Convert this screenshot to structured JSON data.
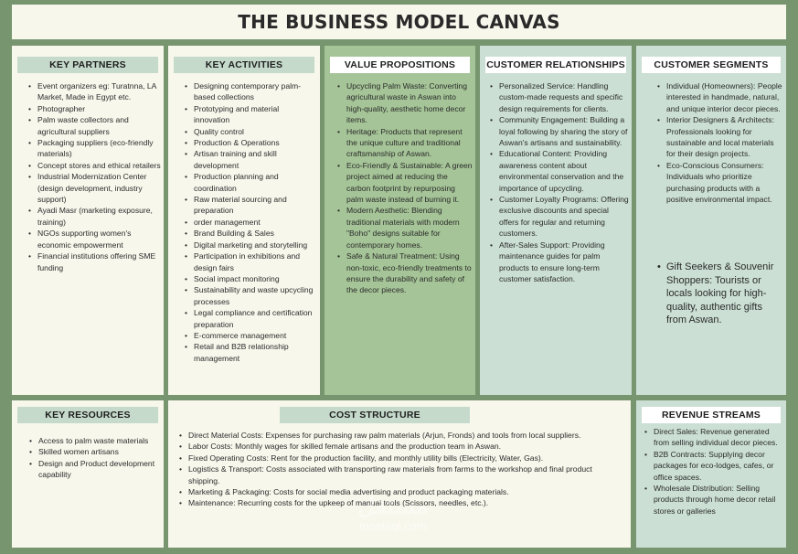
{
  "title": "THE BUSINESS MODEL CANVAS",
  "sections": {
    "key_partners": {
      "heading": "KEY PARTNERS",
      "items": [
        "Event organizers eg: Turatnna, LA Market, Made in Egypt etc.",
        "Photographer",
        "Palm waste collectors and agricultural suppliers",
        "Packaging suppliers (eco-friendly materials)",
        "Concept stores and ethical retailers",
        "Industrial Modernization Center (design development, industry support)",
        "Ayadi Masr (marketing exposure, training)",
        "NGOs supporting women's economic empowerment",
        "Financial institutions offering SME funding"
      ]
    },
    "key_activities": {
      "heading": "KEY ACTIVITIES",
      "items": [
        "Designing contemporary palm-based collections",
        "Prototyping and material innovation",
        "Quality control",
        "Production & Operations",
        "Artisan training and skill development",
        "Production planning and coordination",
        "Raw material sourcing and preparation",
        "order management",
        "Brand Building & Sales",
        "Digital marketing and storytelling",
        "Participation in exhibitions and design fairs",
        "Social impact monitoring",
        "Sustainability and waste upcycling processes",
        "Legal compliance and certification preparation",
        "E-commerce management",
        "Retail and B2B relationship management"
      ]
    },
    "value_propositions": {
      "heading": "VALUE PROPOSITIONS",
      "items": [
        "Upcycling Palm Waste: Converting agricultural waste in Aswan into high-quality, aesthetic home decor items.",
        " Heritage: Products that represent the unique culture and traditional craftsmanship of Aswan.",
        "Eco-Friendly & Sustainable: A green project aimed at reducing the carbon footprint by repurposing palm waste instead of burning it.",
        "Modern Aesthetic: Blending traditional materials with modern \"Boho\" designs suitable for contemporary homes.",
        "Safe & Natural Treatment: Using non-toxic, eco-friendly treatments to ensure the durability and safety of the decor pieces."
      ]
    },
    "customer_relationships": {
      "heading": "CUSTOMER RELATIONSHIPS",
      "items": [
        "Personalized Service: Handling custom-made requests and specific design requirements for clients.",
        "Community Engagement: Building a loyal following by sharing the story of Aswan's artisans and sustainability.",
        "Educational Content: Providing awareness content about environmental conservation and the importance of upcycling.",
        "Customer Loyalty Programs: Offering exclusive discounts and special offers for regular and returning customers.",
        "After-Sales Support: Providing maintenance guides for palm products to ensure long-term customer satisfaction."
      ]
    },
    "customer_segments": {
      "heading": "CUSTOMER SEGMENTS",
      "items": [
        "Individual (Homeowners): People interested in handmade, natural, and unique interior decor pieces.",
        "Interior Designers & Architects: Professionals looking for sustainable and local materials for their design projects.",
        "Eco-Conscious Consumers: Individuals who prioritize purchasing products with a positive environmental impact."
      ],
      "items_large": [
        "Gift Seekers & Souvenir Shoppers: Tourists or locals looking for high-quality, authentic gifts from Aswan."
      ]
    },
    "key_resources": {
      "heading": "KEY RESOURCES",
      "items": [
        "Access to palm waste materials",
        "Skilled women artisans",
        "Design and Product development capability"
      ]
    },
    "cost_structure": {
      "heading": "COST STRUCTURE",
      "items": [
        "Direct Material Costs: Expenses for purchasing raw palm materials (Arjun, Fronds) and tools from local suppliers.",
        "Labor Costs: Monthly wages for skilled female artisans and the production team in Aswan.",
        "Fixed Operating Costs: Rent for the production facility, and monthly utility bills (Electricity, Water, Gas).",
        "Logistics & Transport: Costs associated with transporting raw materials from farms to the workshop and final product shipping.",
        "Marketing & Packaging: Costs for social media advertising and product packaging materials.",
        "Maintenance: Recurring costs for the upkeep of manual tools (Scissors, needles, etc.)."
      ]
    },
    "revenue_streams": {
      "heading": "REVENUE STREAMS",
      "items": [
        "Direct Sales: Revenue generated from selling individual decor pieces.",
        "B2B Contracts: Supplying decor packages for eco-lodges, cafes, or office spaces.",
        "Wholesale Distribution: Selling products through home decor retail stores or galleries"
      ]
    }
  },
  "watermark": {
    "logo": "مستقل",
    "site": "mostaql.com"
  }
}
